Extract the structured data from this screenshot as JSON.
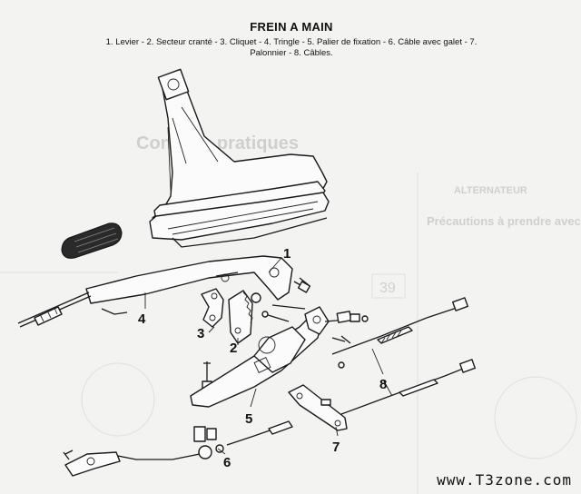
{
  "header": {
    "title": "FREIN A MAIN",
    "caption": "1. Levier - 2. Secteur cranté - 3. Cliquet - 4. Tringle - 5. Palier de fixation - 6. Câble avec galet - 7. Palonnier - 8. Câbles."
  },
  "labels": [
    "1",
    "2",
    "3",
    "4",
    "5",
    "6",
    "7",
    "8"
  ],
  "background_text": {
    "heading_center": "Conseils pratiques",
    "heading_right": "ALTERNATEUR",
    "subheading_right": "Précautions à prendre avec un alternateur",
    "page_box": "39"
  },
  "watermark": "www.T3zone.com"
}
